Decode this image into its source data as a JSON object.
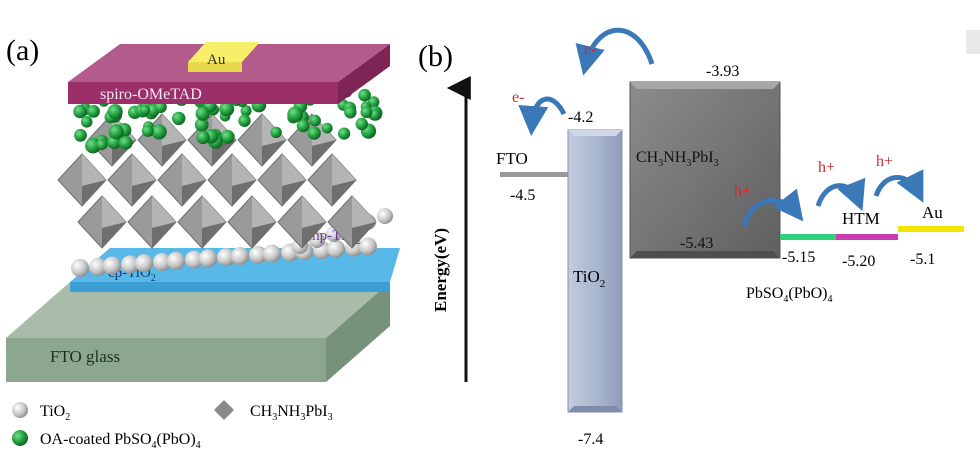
{
  "panel_a": {
    "label": "(a)",
    "layers": {
      "au": "Au",
      "spiro": "spiro-OMeTAD",
      "mp_tio2": "mp-TiO",
      "mp_tio2_sub": "2",
      "cp_tio2": "cp-TiO",
      "cp_tio2_sub": "2",
      "fto_glass": "FTO   glass"
    },
    "legend": {
      "tio2": "TiO",
      "tio2_sub": "2",
      "perov": "CH",
      "perov_sub1": "3",
      "perov_mid": "NH",
      "perov_sub2": "3",
      "perov_end": "PbI",
      "perov_sub3": "3",
      "oa": "OA-coated PbSO",
      "oa_sub1": "4",
      "oa_mid": "(PbO)",
      "oa_sub2": "4"
    },
    "colors": {
      "au": "#f7ef6a",
      "spiro": "#9a2f6a",
      "green_particle": "#1f9a3a",
      "octahedron": "#8a8a8a",
      "tio2_sphere": "#cfcfcf",
      "cp_layer": "#58b8e8",
      "fto": "#8da78e"
    }
  },
  "panel_b": {
    "label": "(b)",
    "axis_label": "Energy(eV)",
    "fto": {
      "name": "FTO",
      "value": "-4.5"
    },
    "tio2": {
      "name": "TiO",
      "sub": "2",
      "cb": "-4.2",
      "vb": "-7.4"
    },
    "perovskite": {
      "p1": "CH",
      "s1": "3",
      "p2": "NH",
      "s2": "3",
      "p3": "PbI",
      "s3": "3",
      "lumo": "-3.93",
      "homo": "-5.43"
    },
    "pbso4": {
      "value": "-5.15",
      "p1": "PbSO",
      "s1": "4",
      "p2": "(PbO)",
      "s2": "4"
    },
    "htm": {
      "name": "HTM",
      "value": "-5.20"
    },
    "au": {
      "name": "Au",
      "value": "-5.1"
    },
    "carriers": {
      "e1": "e-",
      "e2": "e-",
      "h1": "h+",
      "h2": "h+",
      "h3": "h+"
    },
    "colors": {
      "tio2_block": "#a9b6cf",
      "perovskite_block": "#7a7a7a",
      "pbso4_bar": "#2fd27a",
      "htm_bar": "#c83db0",
      "au_bar": "#f2e600",
      "fto_bar": "#9a9a9a",
      "arrow": "#3a78b8",
      "carrier_text": "#d22a2a"
    }
  }
}
